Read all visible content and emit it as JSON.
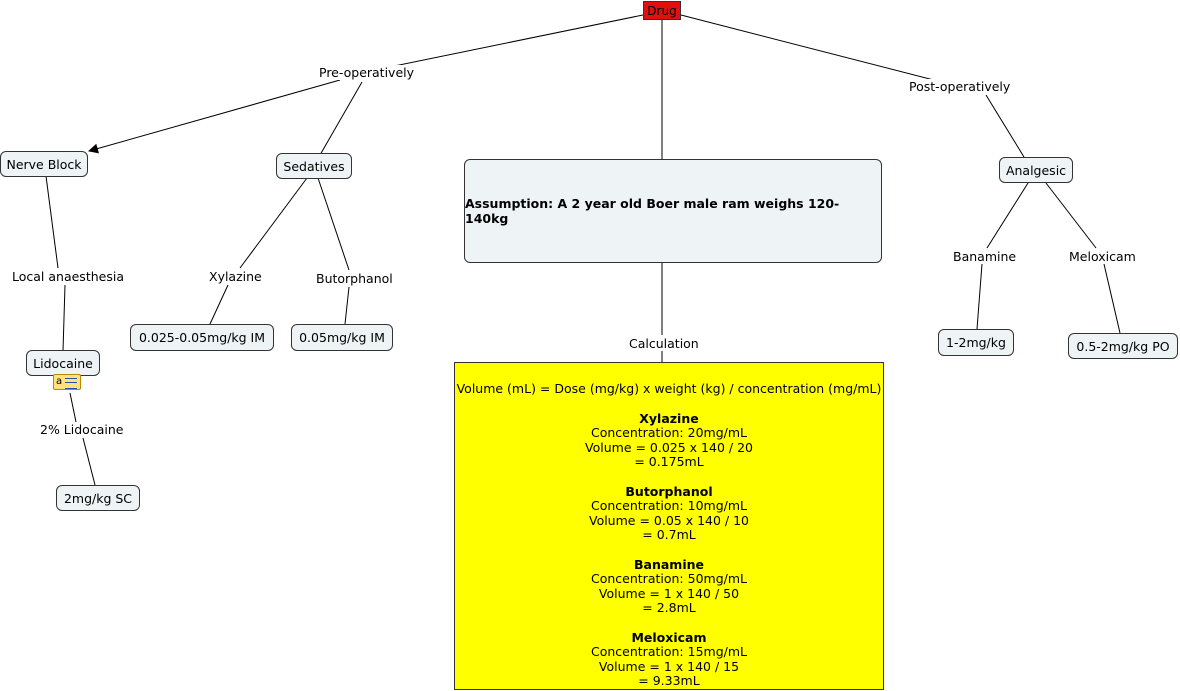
{
  "root": "Drug",
  "links": {
    "pre_op": "Pre-operatively",
    "post_op": "Post-operatively",
    "local_anaesthesia": "Local anaesthesia",
    "lidocaine_2pct": "2% Lidocaine",
    "xylazine": "Xylazine",
    "butorphanol": "Butorphanol",
    "banamine": "Banamine",
    "meloxicam": "Meloxicam",
    "calculation": "Calculation"
  },
  "nodes": {
    "nerve_block": "Nerve Block",
    "lidocaine": "Lidocaine",
    "lidocaine_dose": "2mg/kg SC",
    "sedatives": "Sedatives",
    "xylazine_dose": "0.025-0.05mg/kg IM",
    "butorphanol_dose": "0.05mg/kg IM",
    "analgesic": "Analgesic",
    "banamine_dose": "1-2mg/kg",
    "meloxicam_dose": "0.5-2mg/kg PO"
  },
  "assumption": "Assumption: A 2 year old Boer male ram weighs 120-140kg",
  "note_icon_letter": "a",
  "calculation": {
    "formula": "Volume (mL) = Dose (mg/kg) x weight (kg) / concentration (mg/mL)",
    "drugs": [
      {
        "name": "Xylazine",
        "concentration": "Concentration: 20mg/mL",
        "volume": "Volume = 0.025 x 140 / 20",
        "result": "= 0.175mL"
      },
      {
        "name": "Butorphanol",
        "concentration": "Concentration: 10mg/mL",
        "volume": "Volume = 0.05 x 140 / 10",
        "result": "= 0.7mL"
      },
      {
        "name": "Banamine",
        "concentration": "Concentration: 50mg/mL",
        "volume": "Volume = 1 x 140 / 50",
        "result": "= 2.8mL"
      },
      {
        "name": "Meloxicam",
        "concentration": "Concentration: 15mg/mL",
        "volume": "Volume = 1 x 140 / 15",
        "result": "= 9.33mL"
      }
    ]
  }
}
